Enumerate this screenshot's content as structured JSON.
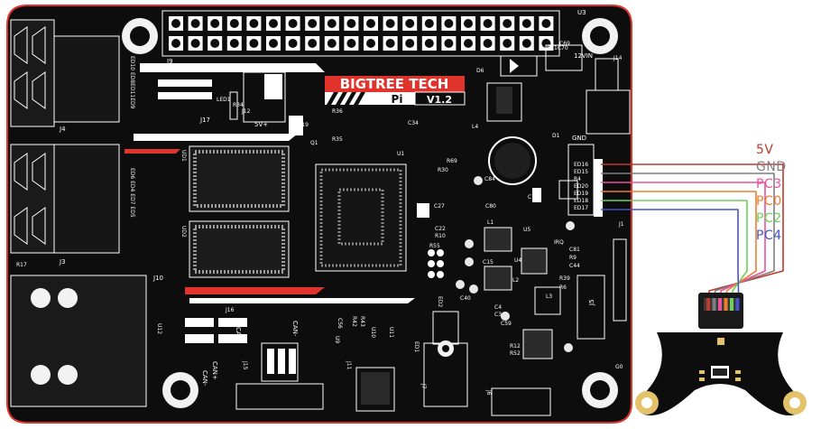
{
  "board": {
    "brand_name": "BIGTREE TECH",
    "model_name": "Pi",
    "model_version": "V1.2",
    "silkscreen": {
      "header_label": "J9",
      "u3": "U3",
      "power_in": "12VIN",
      "j14": "J14",
      "d6": "D6",
      "c69": "C69",
      "c71c70": "C71C70",
      "five_v_plus": "5V+",
      "pg19": "PG19",
      "led1": "LED1",
      "r34": "R34",
      "j12": "J12",
      "j17": "J17",
      "r36": "R36",
      "r35": "R35",
      "q1": "Q1",
      "l4": "L4",
      "u1": "U1",
      "ud1": "UD1",
      "ud2": "UD2",
      "j4": "J4",
      "j3": "J3",
      "r17": "R17",
      "j10": "J10",
      "u12": "U12",
      "j16": "J16",
      "can_minus": "CAN-",
      "can_plus": "CAN+",
      "j15": "J15",
      "j11": "J11",
      "u10": "U10",
      "u11": "U11",
      "u9": "U9",
      "j7": "J7",
      "ed1": "ED1",
      "ed2": "ED2",
      "j6": "J6",
      "j5": "J5",
      "j1": "J1",
      "gnd": "GND",
      "d1": "D1",
      "led_left_top": "ED10 ED8ED11ED9",
      "led_left_mid": "ED6 ED4 ED7 ED5",
      "pin_labels": [
        "ED16",
        "ED15",
        "R4",
        "ED20",
        "ED19",
        "ED18",
        "ED17"
      ],
      "c81": "C81",
      "r9": "R9",
      "c44": "C44",
      "r39": "R39",
      "r6": "R6",
      "l3": "L3",
      "u4": "U4",
      "u5": "U5",
      "l1": "L1",
      "l2": "L2",
      "c15": "C15",
      "c22": "C22",
      "r10": "R10",
      "r55": "R55",
      "c27": "C27",
      "c84": "C84",
      "c80": "C80",
      "c79": "C79",
      "r30": "R30",
      "r69": "R69",
      "irq": "IRQ",
      "c59": "C59",
      "r12": "R12",
      "r52": "R52",
      "c4": "C4",
      "c3": "C3",
      "c40": "C40",
      "c56": "C56",
      "r42": "R42",
      "r43": "R43",
      "g0": "G0",
      "c34": "C34"
    }
  },
  "wiring": {
    "signals": [
      {
        "label": "5V",
        "color": "#c0392b"
      },
      {
        "label": "GND",
        "color": "#7f7f7f"
      },
      {
        "label": "PC3",
        "color": "#e8549c"
      },
      {
        "label": "PC0",
        "color": "#ef7d2d"
      },
      {
        "label": "PC2",
        "color": "#6dd15a"
      },
      {
        "label": "PC4",
        "color": "#4653c8"
      }
    ]
  },
  "colors": {
    "pcb": "#0d0d0d",
    "accent_red": "#e0332b",
    "silkscreen": "#ffffff",
    "pad_gold": "#e3c26a"
  }
}
